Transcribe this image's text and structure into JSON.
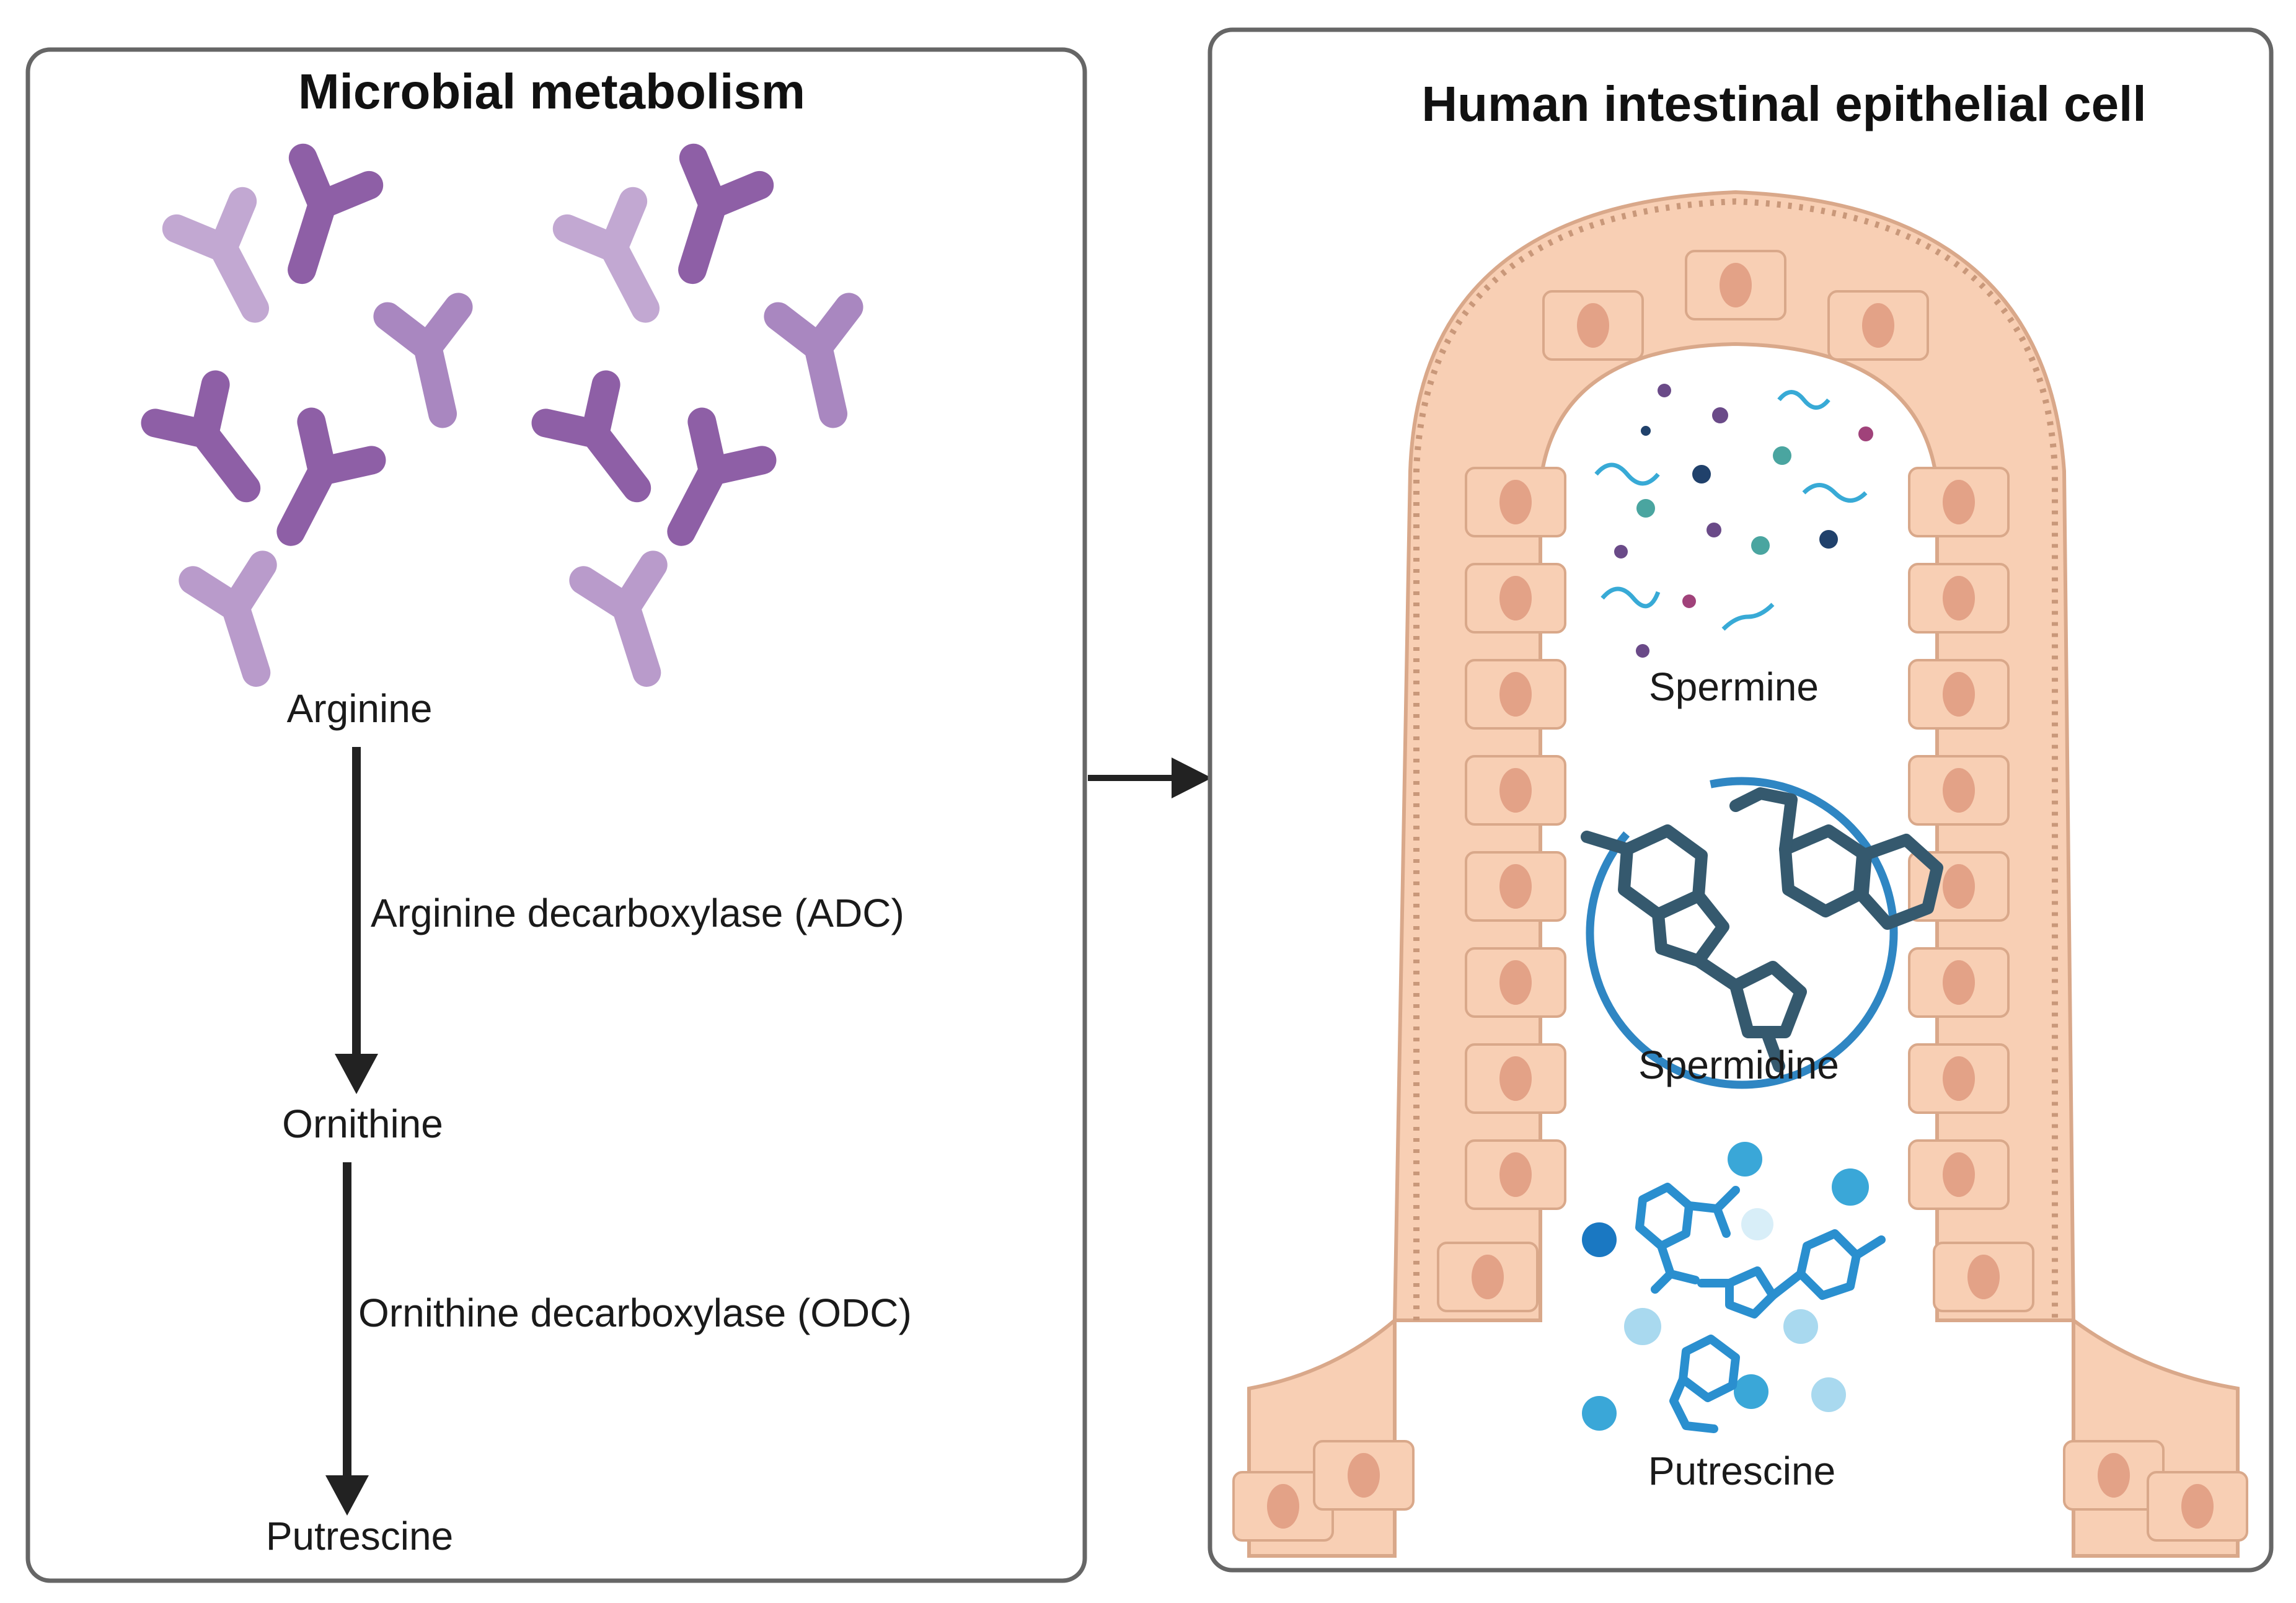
{
  "left_panel": {
    "title": "Microbial metabolism",
    "pathway": {
      "substrate": "Arginine",
      "enzyme_1": "Arginine decarboxylase (ADC)",
      "intermediate": "Ornithine",
      "enzyme_2": "Ornithine decarboxylase (ODC)",
      "product": "Putrescine"
    }
  },
  "right_panel": {
    "title": "Human intestinal epithelial cell",
    "polyamines": {
      "top": "Spermine",
      "middle": "Spermidine",
      "bottom": "Putrescine"
    }
  },
  "colors": {
    "panel_border": "#666666",
    "arrow": "#222222",
    "bacteria_dark": "#8e5fa6",
    "bacteria_light": "#b99bcb",
    "epithelium_fill": "#f8cfb4",
    "epithelium_stroke": "#d9a88a",
    "nucleus": "#e3a287",
    "spermidine_mol": "#35596e",
    "spermidine_ring": "#2f86c3",
    "putrescine_mol": "#2a8fcf",
    "putrescine_ball": "#3aa7d8"
  },
  "icons": [
    "bacteria-icon",
    "villus-icon",
    "molecule-icon"
  ]
}
